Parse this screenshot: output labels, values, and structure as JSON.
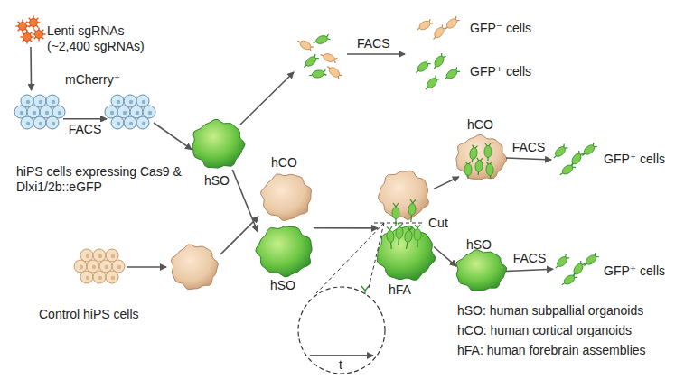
{
  "diagram": {
    "nodes": [
      {
        "text": [
          "Lenti sgRNAs (~2,400 sgRNAs)"
        ]
      },
      {
        "text": [
          "hiPS cells expressing Cas9 & Dlxi1/2b::eGFP"
        ]
      },
      {
        "text": [
          "mCherry⁺"
        ]
      },
      {
        "text": [
          "hSO"
        ]
      },
      {
        "text": [
          "GFP⁻ cells"
        ]
      },
      {
        "text": [
          "GFP⁺ cells"
        ]
      },
      {
        "text": [
          "Control hiPS cells"
        ]
      },
      {
        "text": [
          "hCO"
        ]
      },
      {
        "text": [
          "hSO"
        ]
      },
      {
        "text": [
          "hFA"
        ]
      },
      {
        "text": [
          "hCO"
        ]
      },
      {
        "text": [
          "GFP⁺ cells"
        ]
      },
      {
        "text": [
          "hSO"
        ]
      },
      {
        "text": [
          "GFP⁺ cells"
        ]
      }
    ],
    "edges": [
      {
        "from": 0,
        "to": 1,
        "arrow": "to"
      },
      {
        "from": 1,
        "to": 2,
        "label": "FACS",
        "arrow": "to"
      },
      {
        "from": 2,
        "to": 3,
        "arrow": "to"
      },
      {
        "from": 3,
        "to": 8,
        "arrow": "to"
      },
      {
        "from": 8,
        "to": 9,
        "arrow": "to"
      },
      {
        "from": 9,
        "to": 10,
        "arrow": "to"
      },
      {
        "from": 9,
        "to": 12,
        "arrow": "to"
      },
      {
        "from": 10,
        "to": 11,
        "label": "FACS",
        "arrow": "to"
      },
      {
        "from": 12,
        "to": 13,
        "label": "FACS",
        "arrow": "to"
      }
    ],
    "labels": [
      "FACS",
      "Cut",
      "t",
      "hSO: human subpallial organoids",
      "hCO: human cortical organoids",
      "hFA: human forebrain assemblies"
    ]
  }
}
